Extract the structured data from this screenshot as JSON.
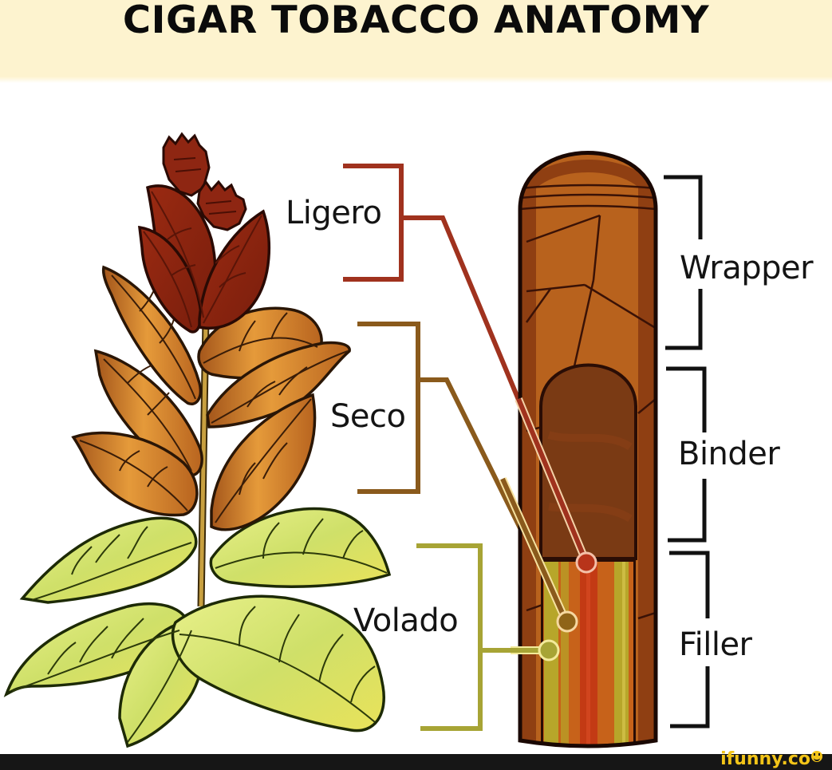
{
  "title": "CIGAR TOBACCO ANATOMY",
  "plant": {
    "sections": [
      {
        "label": "Ligero",
        "position": "top",
        "color": "#a0321e"
      },
      {
        "label": "Seco",
        "position": "middle",
        "color": "#8a5a1c"
      },
      {
        "label": "Volado",
        "position": "bottom",
        "color": "#a7a435"
      }
    ]
  },
  "cigar": {
    "parts": [
      {
        "label": "Wrapper"
      },
      {
        "label": "Binder"
      },
      {
        "label": "Filler"
      }
    ],
    "colors": {
      "outline": "#2a0d05",
      "wrapper": "#b8621d",
      "wrapper_edge": "#8f3f12",
      "binder": "#7a3a14",
      "filler_red": "#c33a14",
      "filler_orange": "#c7621a",
      "filler_yellow": "#b7a62a"
    }
  },
  "colors": {
    "header_bg": "#fdf3cf",
    "footer_bg": "#161616",
    "watermark": "#f2c418",
    "bracket_black": "#111111"
  },
  "watermark": {
    "text": "ifunny.co"
  }
}
